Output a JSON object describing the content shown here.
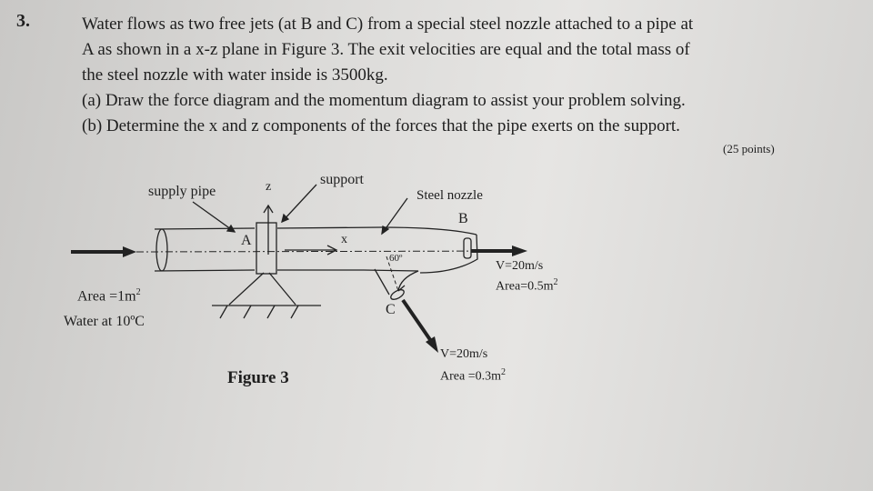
{
  "question": {
    "number": "3.",
    "lines": [
      "Water flows as two free jets (at B and C) from a special steel nozzle attached to a pipe at",
      "A as shown in a x-z plane in Figure 3. The exit velocities are equal and the total mass of",
      "the steel nozzle with water inside is 3500kg.",
      "(a) Draw the force diagram and the momentum diagram to assist your problem solving.",
      "(b) Determine the x and z components of the forces that the pipe exerts on the support."
    ],
    "points": "(25 points)"
  },
  "figure": {
    "caption": "Figure 3",
    "labels": {
      "supply_pipe": "supply pipe",
      "z_axis": "z",
      "support": "support",
      "steel_nozzle": "Steel nozzle",
      "point_a": "A",
      "point_b": "B",
      "point_c": "C",
      "x_axis": "x",
      "angle": "60º",
      "inlet_area": "Area =1m",
      "inlet_area_exp": "2",
      "water_temp": "Water at 10ºC",
      "jet_b_velocity": "V=20m/s",
      "jet_b_area": "Area=0.5m",
      "jet_b_area_exp": "2",
      "jet_c_velocity": "V=20m/s",
      "jet_c_area": "Area =0.3m",
      "jet_c_area_exp": "2"
    }
  }
}
